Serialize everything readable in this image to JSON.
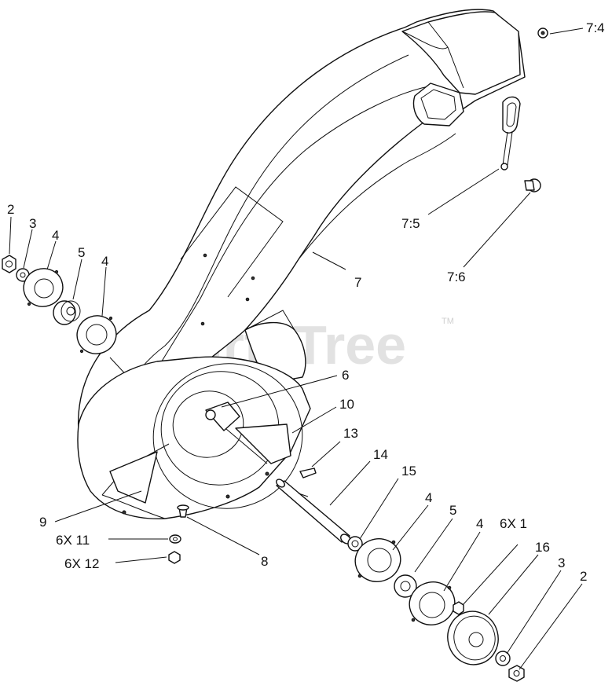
{
  "watermark": {
    "text": "PartsTree",
    "tm": "TM"
  },
  "callouts": [
    {
      "id": "c-2-left",
      "text": "2"
    },
    {
      "id": "c-3-left",
      "text": "3"
    },
    {
      "id": "c-4-left-a",
      "text": "4"
    },
    {
      "id": "c-5-left",
      "text": "5"
    },
    {
      "id": "c-4-left-b",
      "text": "4"
    },
    {
      "id": "c-7-4",
      "text": "7:4"
    },
    {
      "id": "c-7-5",
      "text": "7:5"
    },
    {
      "id": "c-7-6",
      "text": "7:6"
    },
    {
      "id": "c-7",
      "text": "7"
    },
    {
      "id": "c-6",
      "text": "6"
    },
    {
      "id": "c-10",
      "text": "10"
    },
    {
      "id": "c-13",
      "text": "13"
    },
    {
      "id": "c-14",
      "text": "14"
    },
    {
      "id": "c-15",
      "text": "15"
    },
    {
      "id": "c-4-right-a",
      "text": "4"
    },
    {
      "id": "c-5-right",
      "text": "5"
    },
    {
      "id": "c-4-right-b",
      "text": "4"
    },
    {
      "id": "c-6x1",
      "text": "6X 1"
    },
    {
      "id": "c-16",
      "text": "16"
    },
    {
      "id": "c-3-right",
      "text": "3"
    },
    {
      "id": "c-2-right",
      "text": "2"
    },
    {
      "id": "c-9",
      "text": "9"
    },
    {
      "id": "c-6x11",
      "text": "6X 11"
    },
    {
      "id": "c-6x12",
      "text": "6X 12"
    },
    {
      "id": "c-8",
      "text": "8"
    }
  ]
}
